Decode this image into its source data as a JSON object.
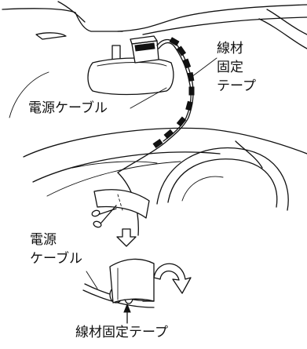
{
  "labels": {
    "wire_clip_top_line1": "線材",
    "wire_clip_top_line2": "固定",
    "wire_clip_top_line3": "テープ",
    "power_cable_top": "電源ケーブル",
    "power_cable_bottom_line1": "電源",
    "power_cable_bottom_line2": "ケーブル",
    "wire_clip_bottom": "線材固定テープ"
  },
  "icons": [
    "mirror-icon",
    "camera-unit-icon",
    "scissors-icon",
    "down-arrow-icon",
    "rotate-arrow-icon",
    "up-arrow-icon"
  ]
}
